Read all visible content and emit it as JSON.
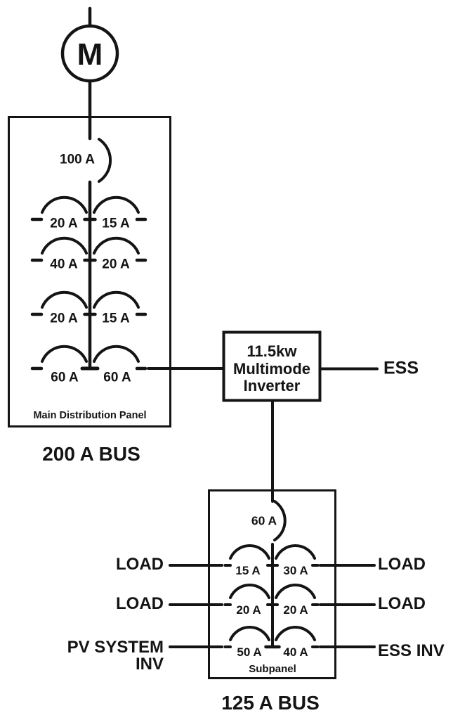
{
  "colors": {
    "line": "#141414",
    "background": "#ffffff"
  },
  "meter": {
    "symbol": "M"
  },
  "main_panel": {
    "title": "Main Distribution Panel",
    "bus_label": "200 A BUS",
    "main_breaker_rating": "100 A",
    "breaker_rows": [
      {
        "left": "20 A",
        "right": "15 A"
      },
      {
        "left": "40 A",
        "right": "20 A"
      },
      {
        "left": "20 A",
        "right": "15 A"
      },
      {
        "left": "60 A",
        "right": "60 A"
      }
    ]
  },
  "inverter": {
    "label": "11.5kw\nMultimode\nInverter"
  },
  "ess": {
    "label": "ESS"
  },
  "subpanel": {
    "title": "Subpanel",
    "bus_label": "125 A BUS",
    "main_breaker_rating": "60 A",
    "breaker_rows": [
      {
        "left": "15 A",
        "right": "30 A",
        "left_connection": "LOAD",
        "right_connection": "LOAD"
      },
      {
        "left": "20 A",
        "right": "20 A",
        "left_connection": "LOAD",
        "right_connection": "LOAD"
      },
      {
        "left": "50 A",
        "right": "40 A",
        "left_connection": "PV SYSTEM\nINV",
        "right_connection": "ESS INV"
      }
    ]
  }
}
